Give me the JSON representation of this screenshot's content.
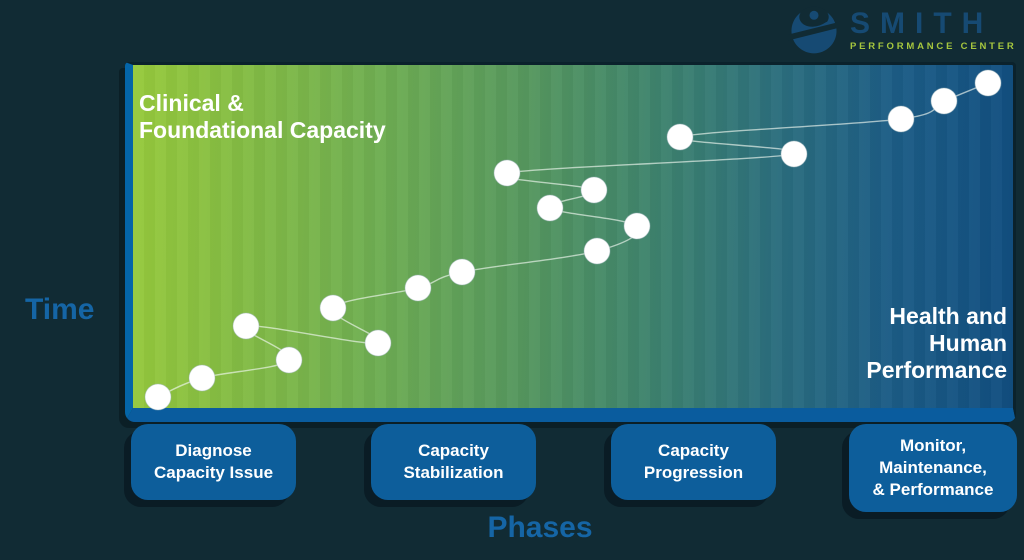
{
  "logo": {
    "title": "SMITH",
    "subtitle": "PERFORMANCE CENTER",
    "title_color": "#164a73",
    "subtitle_color": "#a6c73e",
    "icon": "person-swoosh-logo"
  },
  "chart": {
    "region_label_top_left": "Clinical &\nFoundational Capacity",
    "region_label_bottom_right": "Health and\nHuman\nPerformance",
    "y_axis_label": "Time",
    "x_axis_label": "Phases",
    "axis_label_color": "#1565a5",
    "gradient_start_color": "#97ca3c",
    "gradient_end_color": "#114e80",
    "axis_bar_color": "#0a5c9e",
    "dot_color": "#ffffff",
    "dot_radius": 13,
    "line_color": "rgba(240,248,240,0.65)",
    "dots": [
      [
        158,
        397
      ],
      [
        202,
        378
      ],
      [
        289,
        360
      ],
      [
        246,
        326
      ],
      [
        378,
        343
      ],
      [
        333,
        308
      ],
      [
        418,
        288
      ],
      [
        462,
        272
      ],
      [
        597,
        251
      ],
      [
        637,
        226
      ],
      [
        550,
        208
      ],
      [
        594,
        190
      ],
      [
        507,
        173
      ],
      [
        794,
        154
      ],
      [
        680,
        137
      ],
      [
        901,
        119
      ],
      [
        944,
        101
      ],
      [
        988,
        83
      ]
    ]
  },
  "phases": {
    "axis_title": "Phases",
    "box_color": "#0d5e9b",
    "text_color": "#ffffff",
    "boxes": [
      {
        "label": "Diagnose\nCapacity Issue"
      },
      {
        "label": "Capacity\nStabilization"
      },
      {
        "label": "Capacity\nProgression"
      },
      {
        "label": "Monitor,\nMaintenance,\n& Performance"
      }
    ]
  }
}
